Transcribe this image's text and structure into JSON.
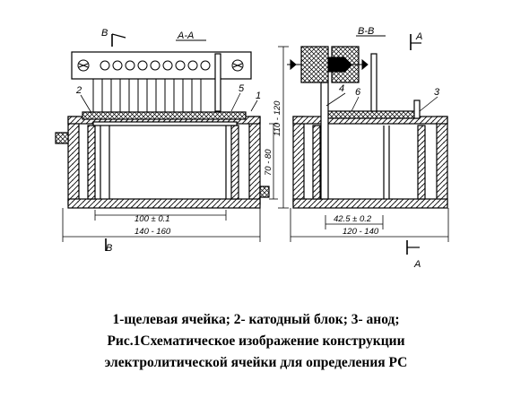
{
  "sections": {
    "left_title": "А-А",
    "right_title": "В-В",
    "left_cut_mark_top": "В",
    "left_cut_mark_bottom": "В",
    "right_cut_mark_top": "А",
    "right_cut_mark_bottom": "А"
  },
  "callouts": {
    "left_2": "2",
    "left_5": "5",
    "left_1": "1",
    "right_4": "4",
    "right_6": "6",
    "right_3": "3"
  },
  "dimensions": {
    "left_inner_width": "100 ± 0.1",
    "left_outer_width": "140 - 160",
    "left_height": "70 - 80",
    "right_total_height": "110 - 120",
    "right_anode_gap": "42.5 ± 0.2",
    "right_outer_width": "120 - 140"
  },
  "caption": {
    "line1": "1-щелевая ячейка; 2- катодный блок; 3- анод;",
    "line2": "Рис.1Схематическое изображение конструкции",
    "line3": "электролитической ячейки для определения РС"
  }
}
